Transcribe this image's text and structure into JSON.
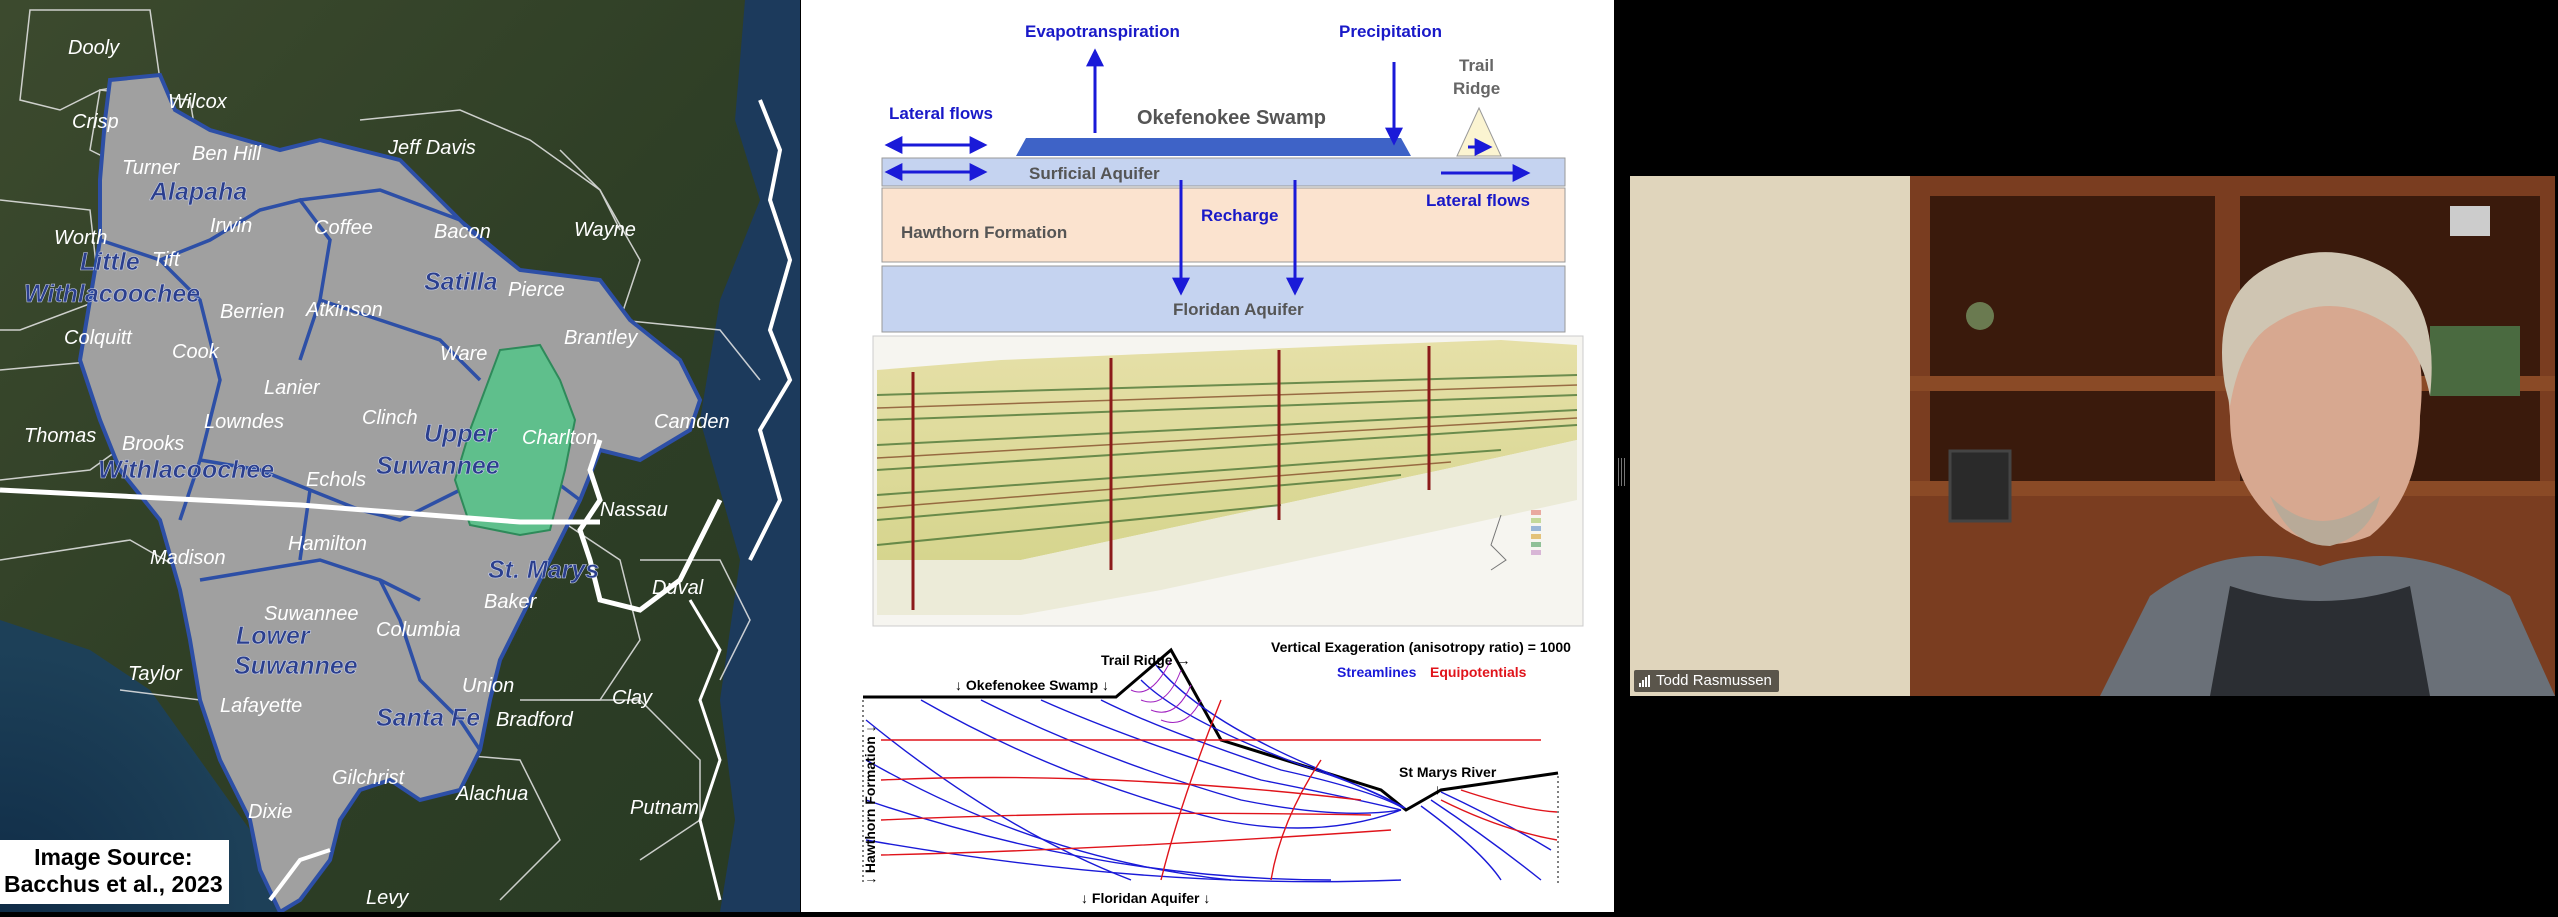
{
  "map": {
    "counties": [
      "Dooly",
      "Wilcox",
      "Crisp",
      "Ben Hill",
      "Turner",
      "Jeff Davis",
      "Irwin",
      "Coffee",
      "Bacon",
      "Wayne",
      "Worth",
      "Tift",
      "Berrien",
      "Atkinson",
      "Pierce",
      "Brantley",
      "Colquitt",
      "Cook",
      "Lanier",
      "Clinch",
      "Ware",
      "Thomas",
      "Brooks",
      "Lowndes",
      "Echols",
      "Charlton",
      "Camden",
      "Nassau",
      "Hamilton",
      "Madison",
      "Baker",
      "Duval",
      "Suwannee",
      "Columbia",
      "Taylor",
      "Lafayette",
      "Union",
      "Bradford",
      "Clay",
      "Gilchrist",
      "Alachua",
      "Putnam",
      "Dixie",
      "Levy"
    ],
    "basins": [
      "Alapaha",
      "Little",
      "Withlacoochee",
      "Satilla",
      "Upper",
      "Suwannee",
      "Withlacoochee",
      "St. Marys",
      "Lower",
      "Suwannee",
      "Santa Fe"
    ],
    "source_line1": "Image Source:",
    "source_line2": "Bacchus et al., 2023"
  },
  "diagram": {
    "evapotranspiration": "Evapotranspiration",
    "precipitation": "Precipitation",
    "trail_ridge_top": "Trail",
    "trail_ridge_bottom": "Ridge",
    "lateral_flows_left": "Lateral flows",
    "okefenokee_swamp": "Okefenokee Swamp",
    "surficial_aquifer": "Surficial Aquifer",
    "lateral_flows_right": "Lateral flows",
    "recharge": "Recharge",
    "hawthorn_formation": "Hawthorn Formation",
    "floridan_aquifer": "Floridan Aquifer"
  },
  "model": {
    "trail_ridge_label": "Trail Ridge →",
    "vertical_exaggeration": "Vertical Exageration (anisotropy ratio) = 1000",
    "streamlines": "Streamlines",
    "equipotentials": "Equipotentials",
    "okefenokee_label": "↓ Okefenokee Swamp ↓",
    "st_marys_river": "St Marys River",
    "st_marys_arrow": "↓",
    "hawthorn_vertical": "↓ Hawthorn Formation ↓",
    "floridan_bottom": "↓ Floridan Aquifer ↓"
  },
  "video": {
    "participant_name": "Todd Rasmussen"
  },
  "colors": {
    "arrow_blue": "#1a1ad8",
    "label_blue": "#1919c8",
    "equipotential_red": "#e0141b",
    "basin_gray": "#a0a0a0",
    "basin_outline": "#2d4fa6",
    "swamp_green": "#5fbf8c"
  }
}
